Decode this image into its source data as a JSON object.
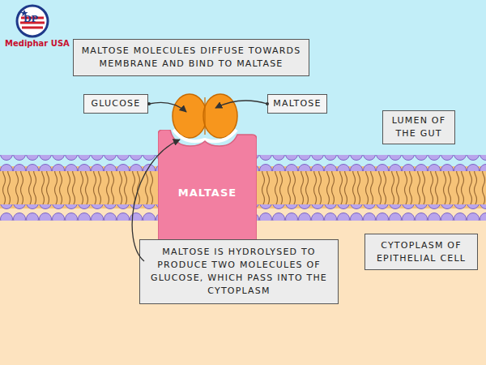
{
  "diagram": {
    "nodes": [
      {
        "text": [
          "MALTOSE MOLECULES DIFFUSE TOWARDS MEMBRANE AND BIND TO MALTASE"
        ]
      },
      {
        "text": [
          "GLUCOSE"
        ]
      },
      {
        "text": [
          "MALTOSE"
        ]
      },
      {
        "text": [
          "LUMEN OF THE GUT"
        ]
      },
      {
        "text": [
          "MALTASE"
        ]
      },
      {
        "text": [
          "MALTOSE IS HYDROLYSED TO PRODUCE TWO MOLECULES OF GLUCOSE, WHICH PASS INTO THE CYTOPLASM"
        ]
      },
      {
        "text": [
          "CYTOPLASM OF EPITHELIAL CELL"
        ]
      }
    ],
    "labels": [
      "DP",
      "Mediphar USA"
    ]
  }
}
